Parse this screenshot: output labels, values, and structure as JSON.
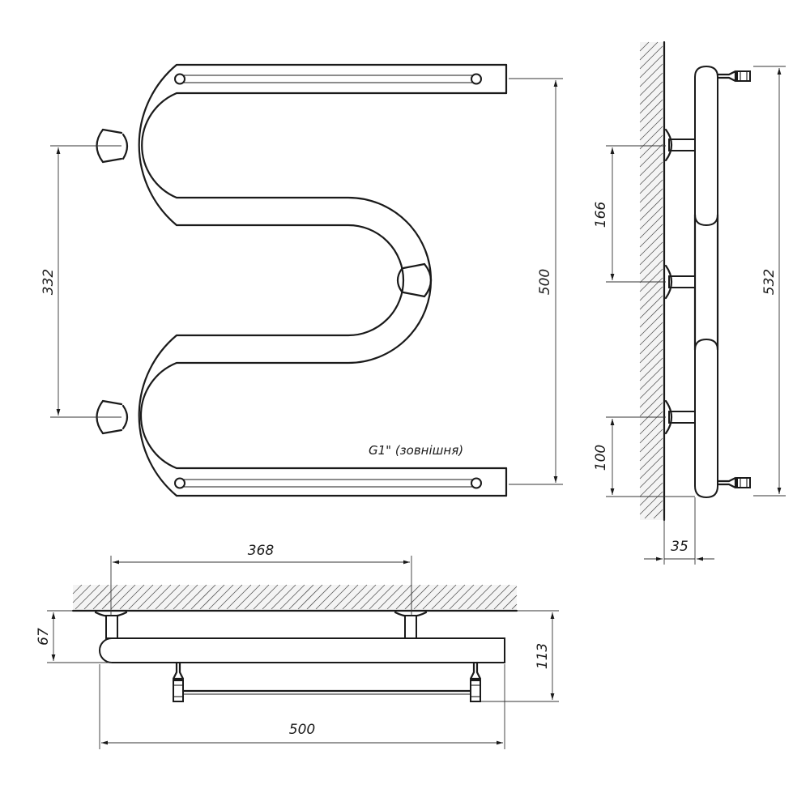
{
  "front_view": {
    "dim_height_total": "500",
    "dim_mount_spacing": "332",
    "thread_note": "G1\" (зовнішня)"
  },
  "side_view": {
    "dim_overall_height": "532",
    "dim_mount_step": "166",
    "dim_mount_bottom": "100",
    "dim_wall_offset": "35"
  },
  "top_view": {
    "dim_mount_width": "368",
    "dim_total_width": "500",
    "dim_wall_to_tube": "67",
    "dim_total_depth": "113"
  }
}
